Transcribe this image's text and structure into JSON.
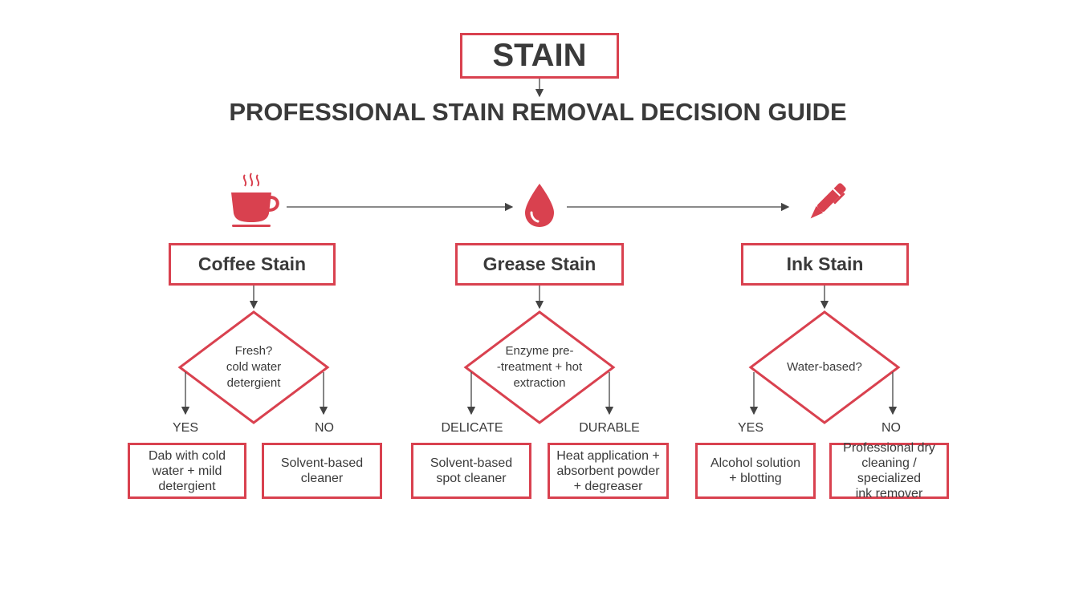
{
  "title": "STAIN",
  "subtitle": "PROFESSIONAL STAIN REMOVAL DECISION GUIDE",
  "colors": {
    "accent": "#d9414f",
    "text": "#3a3a3a",
    "line": "#444444"
  },
  "icons": [
    "coffee-cup-icon",
    "grease-drop-icon",
    "pen-icon"
  ],
  "stains": [
    {
      "label": "Coffee Stain",
      "icon": "coffee-cup-icon",
      "decision": "Fresh?\ncold water\ndetergient",
      "left_label": "YES",
      "right_label": "NO",
      "left_action": "Dab with cold\nwater + mild\ndetergient",
      "right_action": "Solvent-based\ncleaner"
    },
    {
      "label": "Grease Stain",
      "icon": "grease-drop-icon",
      "decision": "Enzyme pre-\n-treatment + hot\nextraction",
      "left_label": "DELICATE",
      "right_label": "DURABLE",
      "left_action": "Solvent-based\nspot cleaner",
      "right_action": "Heat application +\nabsorbent powder\n+ degreaser"
    },
    {
      "label": "Ink Stain",
      "icon": "pen-icon",
      "decision": "Water-based?",
      "left_label": "YES",
      "right_label": "NO",
      "left_action": "Alcohol solution\n+ blotting",
      "right_action": "Professional dry\ncleaning / specialized\nink remover"
    }
  ]
}
